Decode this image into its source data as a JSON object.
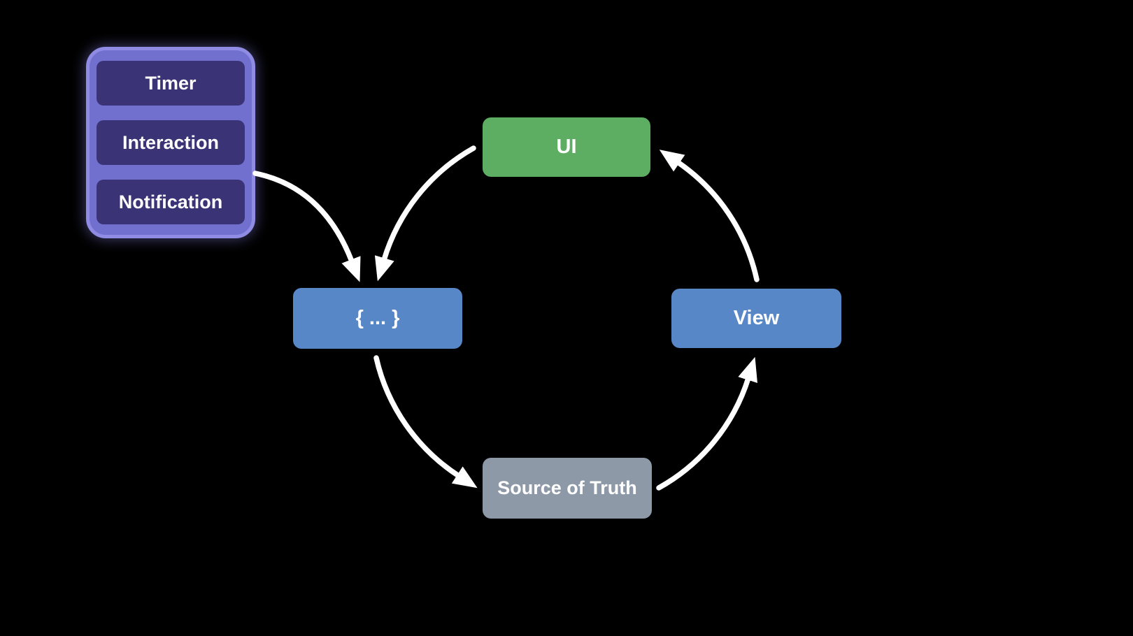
{
  "canvas": {
    "background": "#000000"
  },
  "event_sources": {
    "container_color": "#7170cf",
    "border_color": "#908ce4",
    "item_color": "#3a3477",
    "text_color": "#ffffff",
    "items": [
      {
        "label": "Timer"
      },
      {
        "label": "Interaction"
      },
      {
        "label": "Notification"
      }
    ]
  },
  "nodes": {
    "ui": {
      "label": "UI",
      "color": "#5dae62"
    },
    "state": {
      "label": "{ ... }",
      "color": "#5787c7"
    },
    "view": {
      "label": "View",
      "color": "#5787c7"
    },
    "source_of_truth": {
      "label": "Source of Truth",
      "color": "#8e99a8"
    }
  },
  "arrows": {
    "color": "#ffffff",
    "connections": [
      {
        "from": "event-sources",
        "to": "state"
      },
      {
        "from": "ui",
        "to": "state"
      },
      {
        "from": "state",
        "to": "source-of-truth"
      },
      {
        "from": "source-of-truth",
        "to": "view"
      },
      {
        "from": "view",
        "to": "ui"
      }
    ]
  }
}
